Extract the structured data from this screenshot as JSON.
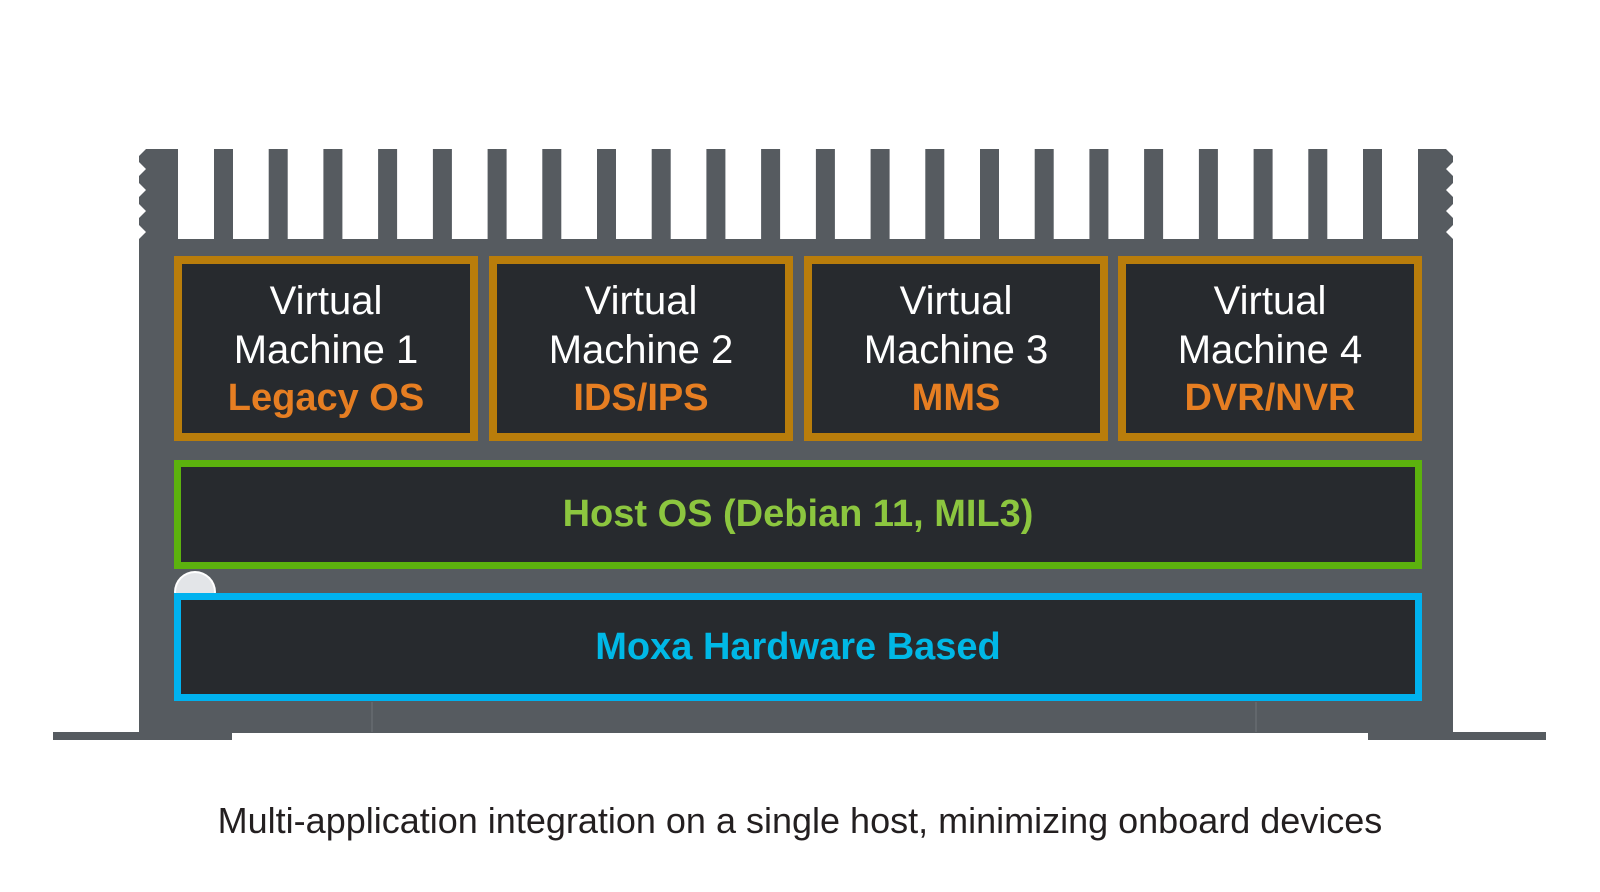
{
  "diagram": {
    "virtual_machines": [
      {
        "line1": "Virtual",
        "line2": "Machine 1",
        "role": "Legacy OS"
      },
      {
        "line1": "Virtual",
        "line2": "Machine 2",
        "role": "IDS/IPS"
      },
      {
        "line1": "Virtual",
        "line2": "Machine 3",
        "role": "MMS"
      },
      {
        "line1": "Virtual",
        "line2": "Machine 4",
        "role": "DVR/NVR"
      }
    ],
    "host_os": "Host OS (Debian 11, MIL3)",
    "hardware": "Moxa Hardware Based",
    "caption": "Multi-application integration on a single host, minimizing onboard devices"
  },
  "colors": {
    "enclosure": "#565b60",
    "box_fill": "#272a2e",
    "vm_border": "#b97d0b",
    "vm_role_text": "#e67e22",
    "host_border": "#5cb20e",
    "host_text": "#8cc63f",
    "hardware_border": "#00b2ef",
    "hardware_text": "#00b8e6"
  }
}
